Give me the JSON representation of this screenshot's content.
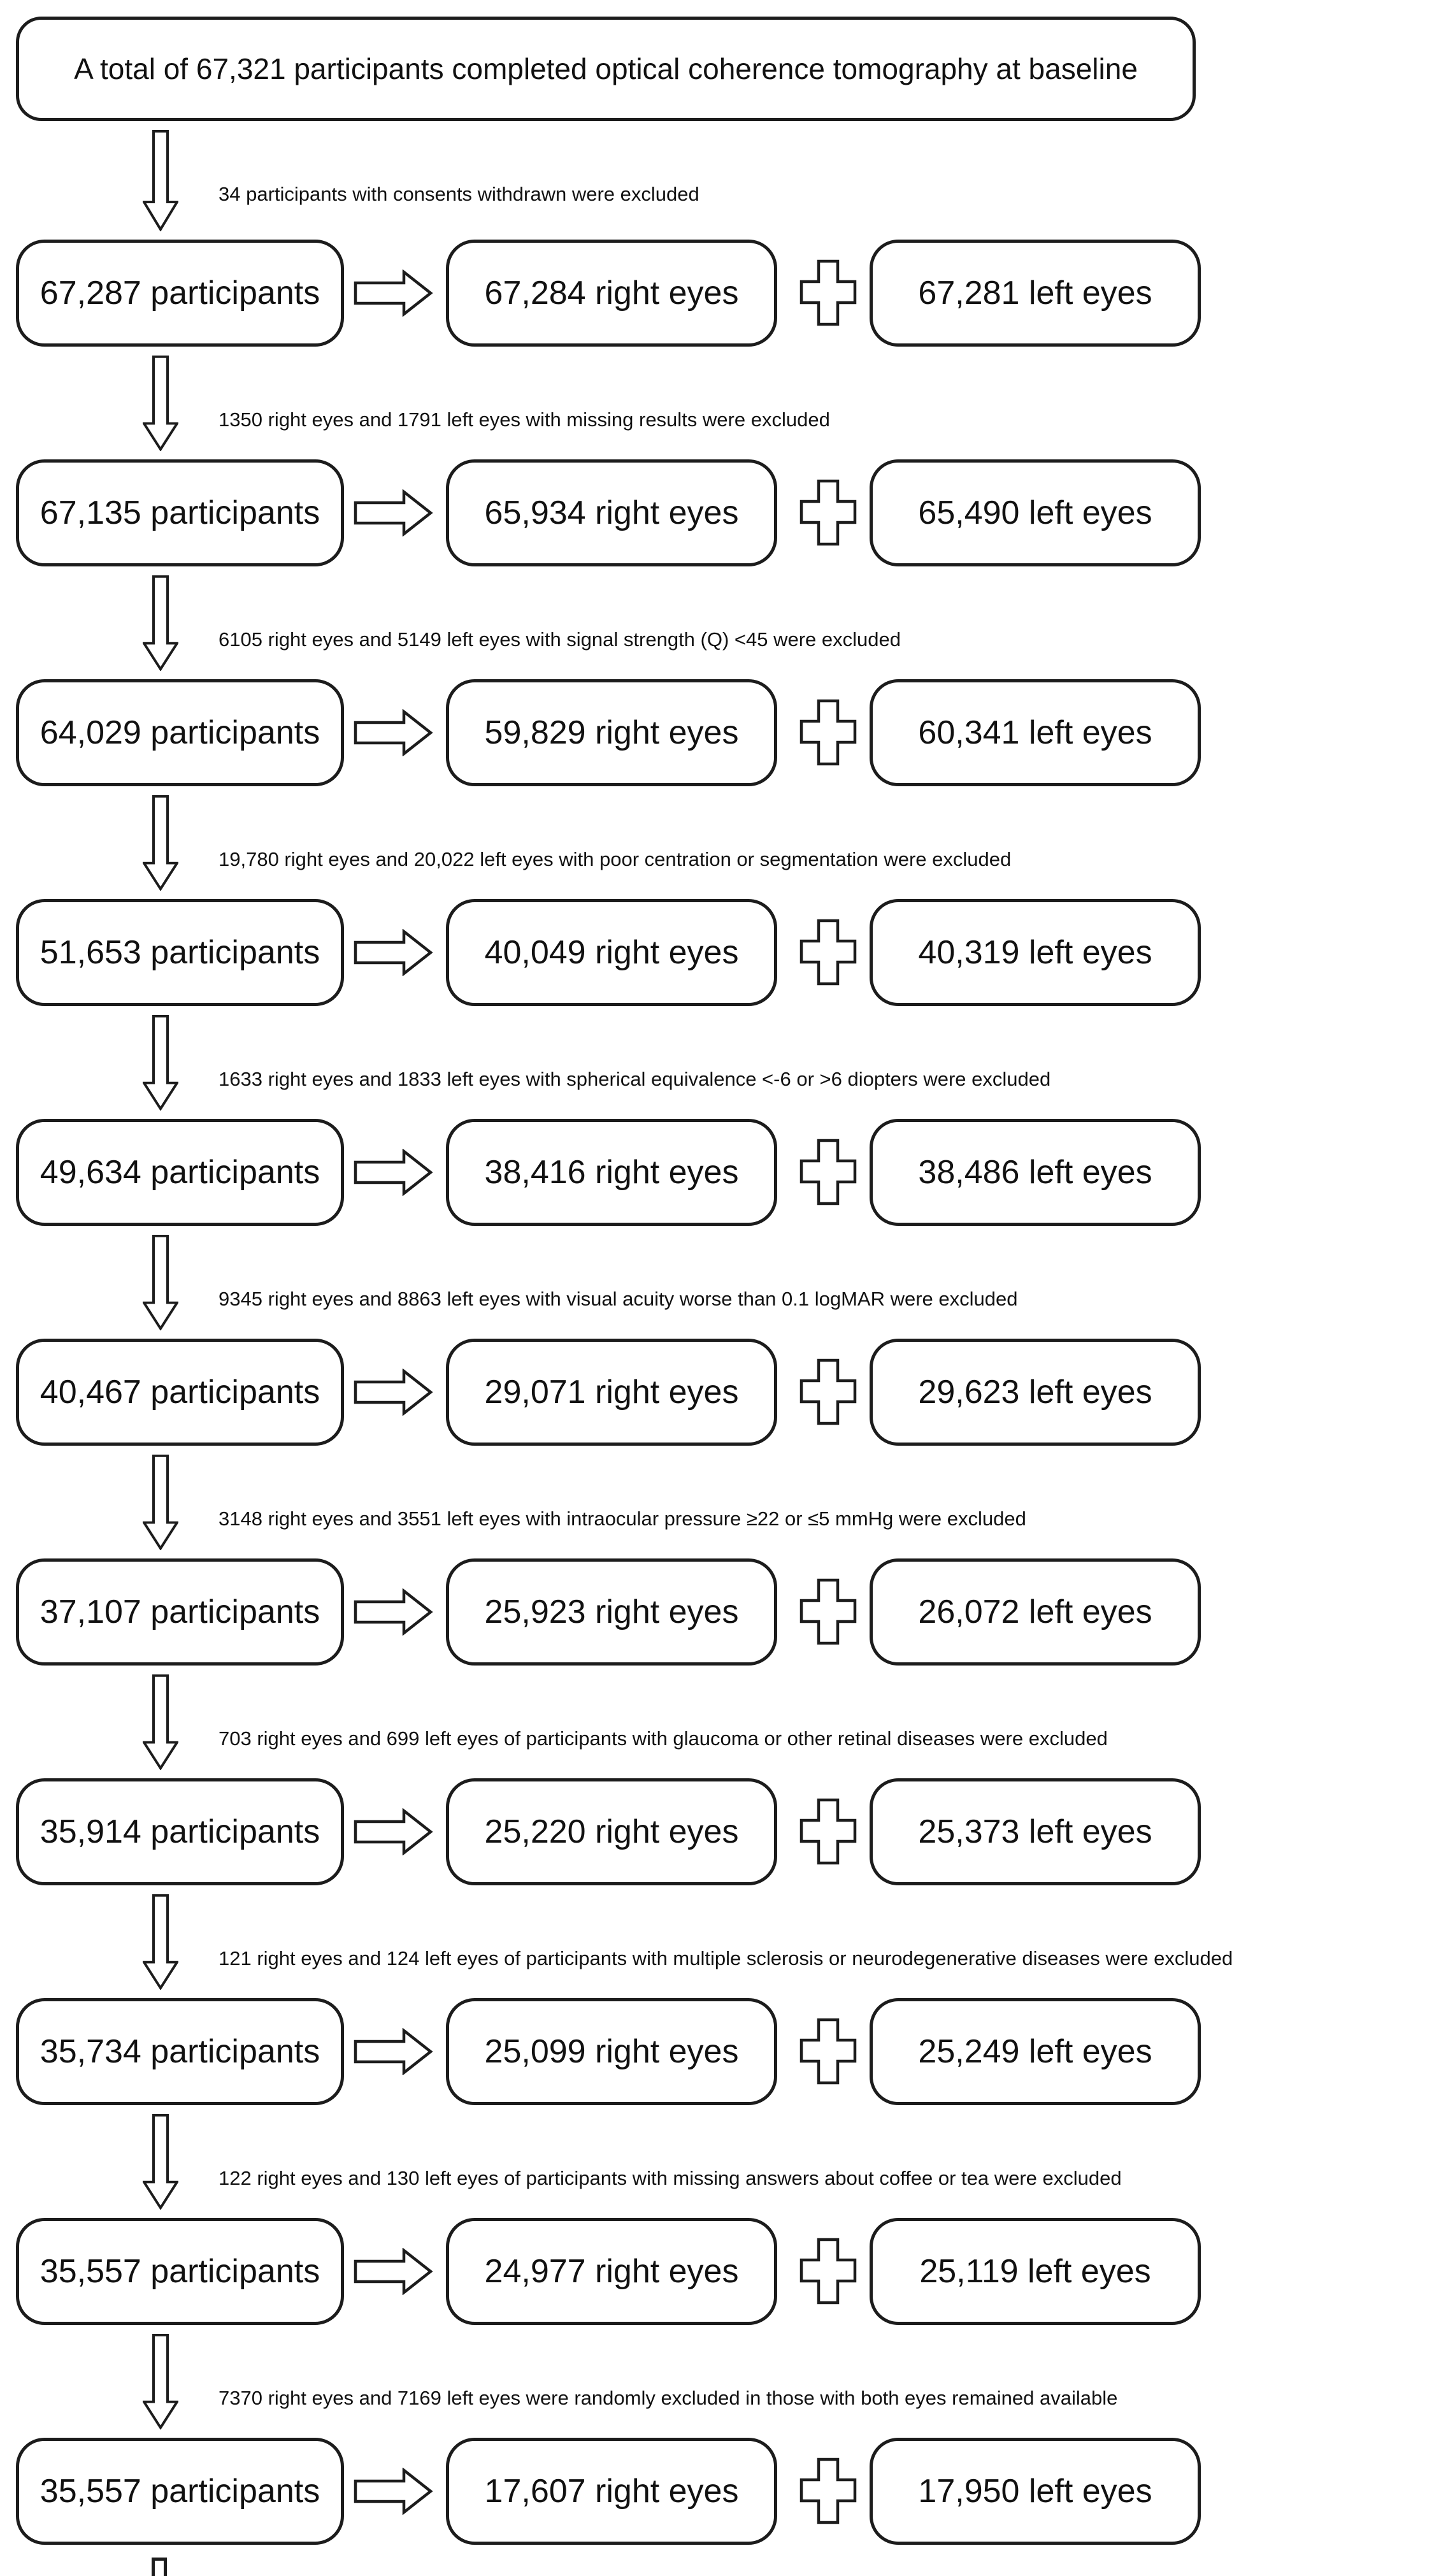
{
  "title": "A total of 67,321 participants completed optical coherence tomography at baseline",
  "rows": [
    {
      "exclusion": "34 participants with consents withdrawn were excluded",
      "participants": "67,287 participants",
      "right_eyes": "67,284 right eyes",
      "left_eyes": "67,281 left eyes"
    },
    {
      "exclusion": "1350 right eyes and 1791 left eyes with missing results were excluded",
      "participants": "67,135 participants",
      "right_eyes": "65,934 right eyes",
      "left_eyes": "65,490 left eyes"
    },
    {
      "exclusion": "6105 right eyes and 5149 left eyes with signal strength (Q) <45 were excluded",
      "participants": "64,029 participants",
      "right_eyes": "59,829 right eyes",
      "left_eyes": "60,341 left eyes"
    },
    {
      "exclusion": "19,780 right eyes and 20,022 left eyes with poor centration or segmentation were excluded",
      "participants": "51,653 participants",
      "right_eyes": "40,049 right eyes",
      "left_eyes": "40,319 left eyes"
    },
    {
      "exclusion": "1633 right eyes and 1833 left eyes with spherical equivalence <-6 or >6 diopters were excluded",
      "participants": "49,634 participants",
      "right_eyes": "38,416 right eyes",
      "left_eyes": "38,486 left eyes"
    },
    {
      "exclusion": "9345 right eyes and 8863 left eyes with visual acuity worse than 0.1 logMAR were excluded",
      "participants": "40,467 participants",
      "right_eyes": "29,071 right eyes",
      "left_eyes": "29,623 left eyes"
    },
    {
      "exclusion": "3148 right eyes and 3551 left eyes with intraocular pressure ≥22 or ≤5 mmHg were excluded",
      "participants": "37,107 participants",
      "right_eyes": "25,923 right eyes",
      "left_eyes": "26,072 left eyes"
    },
    {
      "exclusion": "703 right eyes and 699 left eyes of participants with glaucoma or other retinal diseases were excluded",
      "participants": "35,914 participants",
      "right_eyes": "25,220 right eyes",
      "left_eyes": "25,373 left eyes"
    },
    {
      "exclusion": "121 right eyes and 124 left eyes of participants with multiple sclerosis or neurodegenerative diseases were excluded",
      "participants": "35,734 participants",
      "right_eyes": "25,099 right eyes",
      "left_eyes": "25,249 left eyes"
    },
    {
      "exclusion": "122 right eyes and 130 left eyes of participants with missing answers about coffee or tea were excluded",
      "participants": "35,557 participants",
      "right_eyes": "24,977 right eyes",
      "left_eyes": "25,119 left eyes"
    },
    {
      "exclusion": "7370 right eyes and 7169 left eyes were randomly excluded in those with both eyes remained available",
      "participants": "35,557 participants",
      "right_eyes": "17,607 right eyes",
      "left_eyes": "17,950 left eyes"
    }
  ]
}
